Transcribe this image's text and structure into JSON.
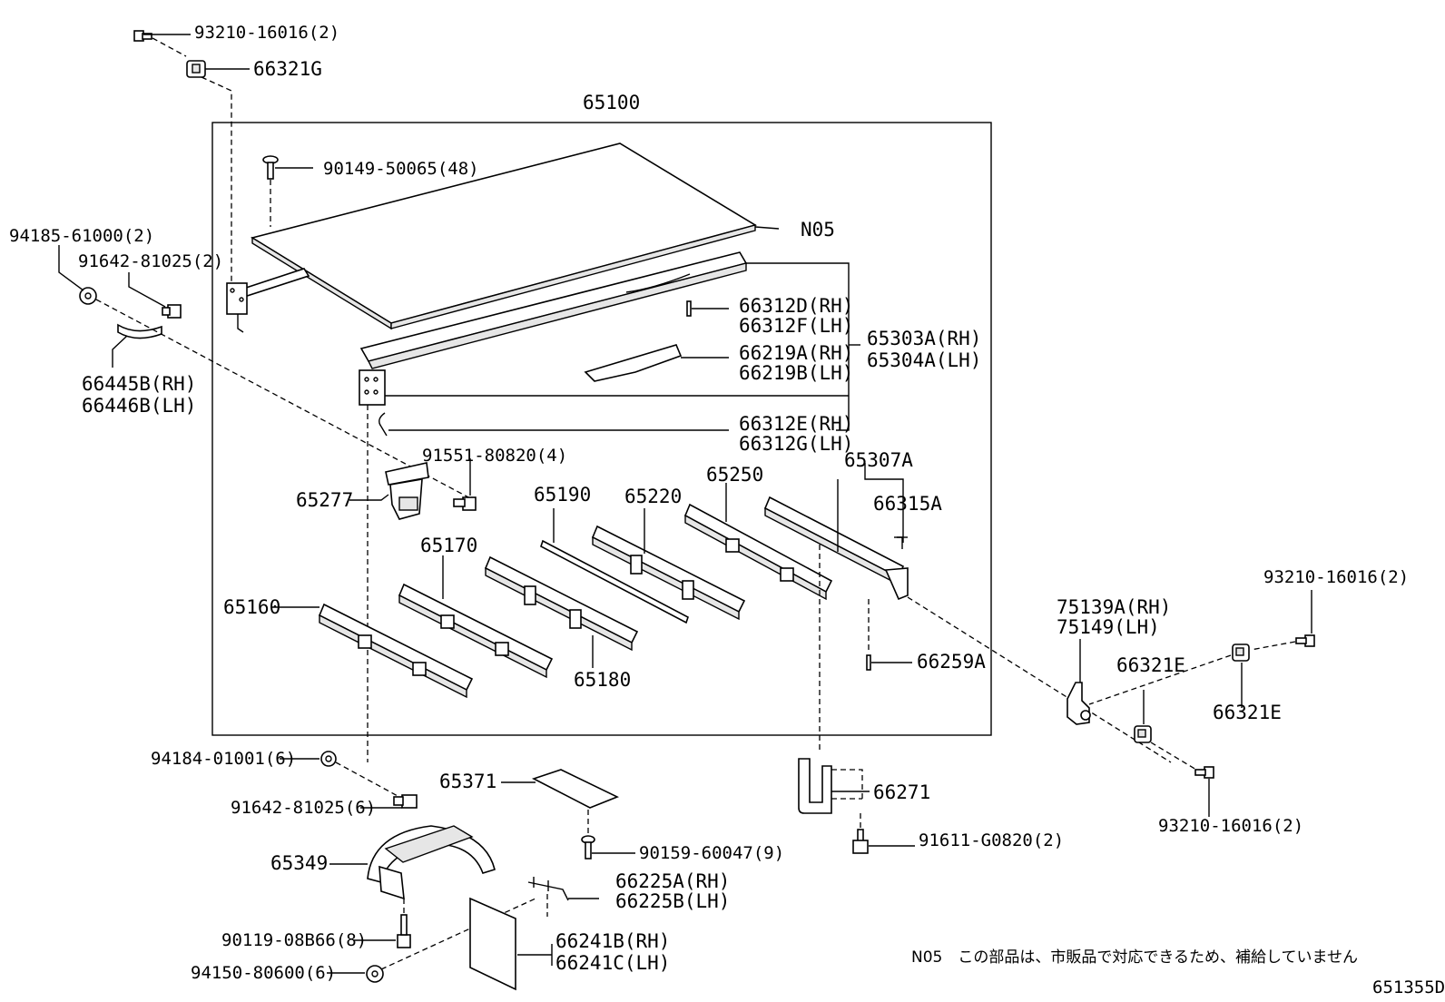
{
  "labels": {
    "l_93210_top": "93210-16016(2)",
    "l_66321G": "66321G",
    "l_65100": "65100",
    "l_90149": "90149-50065(48)",
    "l_N05": "N05",
    "l_94185": "94185-61000(2)",
    "l_91642_2": "91642-81025(2)",
    "l_66312D": "66312D(RH)",
    "l_66312F": "66312F(LH)",
    "l_65303A": "65303A(RH)",
    "l_65304A": "65304A(LH)",
    "l_66219A": "66219A(RH)",
    "l_66219B": "66219B(LH)",
    "l_66445B": "66445B(RH)",
    "l_66446B": "66446B(LH)",
    "l_66312E": "66312E(RH)",
    "l_66312G": "66312G(LH)",
    "l_91551": "91551-80820(4)",
    "l_65307A": "65307A",
    "l_65277": "65277",
    "l_65190": "65190",
    "l_65220": "65220",
    "l_65250": "65250",
    "l_66315A": "66315A",
    "l_65170": "65170",
    "l_93210_right": "93210-16016(2)",
    "l_65160": "65160",
    "l_75139A": "75139A(RH)",
    "l_75149": "75149(LH)",
    "l_66259A": "66259A",
    "l_66321E_a": "66321E",
    "l_65180": "65180",
    "l_66321E_b": "66321E",
    "l_94184": "94184-01001(6)",
    "l_65371": "65371",
    "l_66271": "66271",
    "l_91642_6": "91642-81025(6)",
    "l_93210_bottom": "93210-16016(2)",
    "l_91611": "91611-G0820(2)",
    "l_90159": "90159-60047(9)",
    "l_65349": "65349",
    "l_66225A": "66225A(RH)",
    "l_66225B": "66225B(LH)",
    "l_90119": "90119-08B66(8)",
    "l_66241B": "66241B(RH)",
    "l_66241C": "66241C(LH)",
    "l_94150": "94150-80600(6)"
  },
  "note": "N05　この部品は、市販品で対応できるため、補給していません",
  "diagram_code": "651355D"
}
